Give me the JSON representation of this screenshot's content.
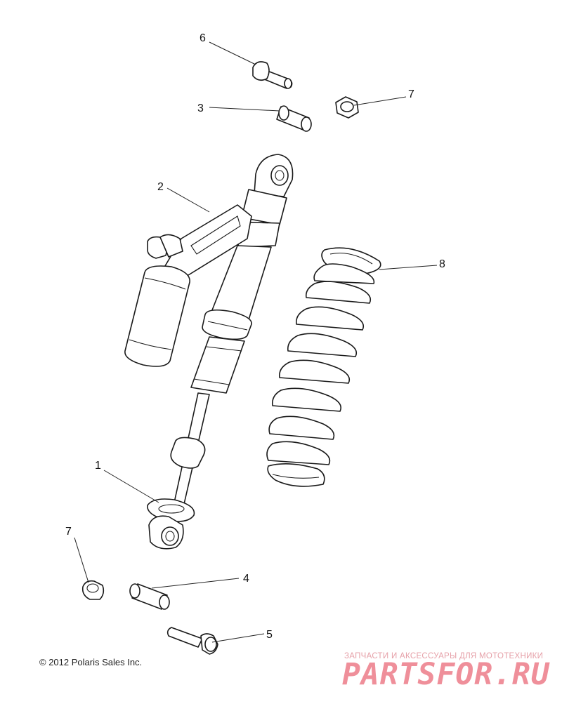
{
  "callouts": {
    "c1": "1",
    "c2": "2",
    "c3": "3",
    "c4": "4",
    "c5": "5",
    "c6": "6",
    "c7a": "7",
    "c7b": "7",
    "c8": "8"
  },
  "copyright": "© 2012 Polaris Sales Inc.",
  "watermark": {
    "tagline": "ЗАПЧАСТИ И АКСЕССУАРЫ ДЛЯ МОТОТЕХНИКИ",
    "logo_text": "PARTSFOR.RU"
  },
  "colors": {
    "line": "#1a1a1a",
    "watermark": "#ef8f9a"
  }
}
